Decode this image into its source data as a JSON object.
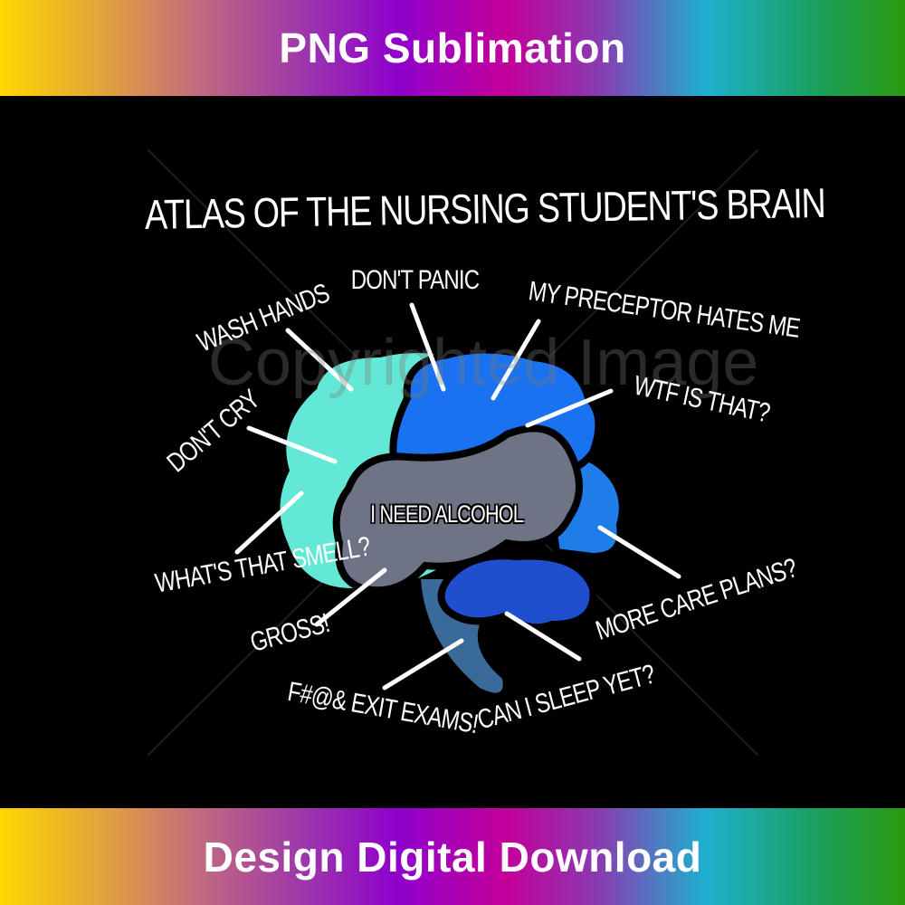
{
  "top_banner": {
    "text": "PNG Sublimation"
  },
  "bottom_banner": {
    "text": "Design Digital Download"
  },
  "artwork": {
    "title": "ATLAS OF THE NURSING STUDENT'S BRAIN",
    "watermark": "Copyrighted Image",
    "labels": {
      "wash_hands": "WASH HANDS",
      "dont_panic": "DON'T PANIC",
      "preceptor": "MY PRECEPTOR HATES ME",
      "wtf": "WTF IS THAT?",
      "dont_cry": "DON'T CRY",
      "smell": "WHAT'S THAT SMELL?",
      "alcohol": "I NEED ALCOHOL",
      "gross": "GROSS!",
      "care_plans": "MORE CARE PLANS?",
      "exit_exams": "F#@& EXIT EXAMS!",
      "sleep": "CAN I SLEEP YET?"
    },
    "colors": {
      "frontal": "#62e8d4",
      "parietal": "#1a72f0",
      "occipital": "#1e7de8",
      "cerebellum": "#1f4fcf",
      "brainstem": "#3a6a98",
      "temporal": "#6f7386"
    }
  }
}
